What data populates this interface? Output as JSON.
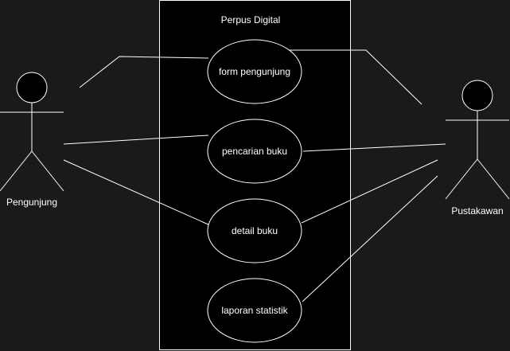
{
  "diagram": {
    "system": {
      "title": "Perpus Digital"
    },
    "actors": [
      {
        "id": "pengunjung",
        "label": "Pengunjung"
      },
      {
        "id": "pustakawan",
        "label": "Pustakawan"
      }
    ],
    "use_cases": [
      {
        "id": "form",
        "label": "form pengunjung"
      },
      {
        "id": "pencarian",
        "label": "pencarian buku"
      },
      {
        "id": "detail",
        "label": "detail buku"
      },
      {
        "id": "laporan",
        "label": "laporan statistik"
      }
    ],
    "associations": [
      {
        "actor": "pengunjung",
        "use_case": "form"
      },
      {
        "actor": "pengunjung",
        "use_case": "pencarian"
      },
      {
        "actor": "pengunjung",
        "use_case": "detail"
      },
      {
        "actor": "pustakawan",
        "use_case": "form"
      },
      {
        "actor": "pustakawan",
        "use_case": "pencarian"
      },
      {
        "actor": "pustakawan",
        "use_case": "detail"
      },
      {
        "actor": "pustakawan",
        "use_case": "laporan"
      }
    ],
    "colors": {
      "background": "#1a1a1a",
      "boundary_fill": "#000000",
      "stroke": "#ffffff",
      "text": "#ffffff"
    }
  }
}
